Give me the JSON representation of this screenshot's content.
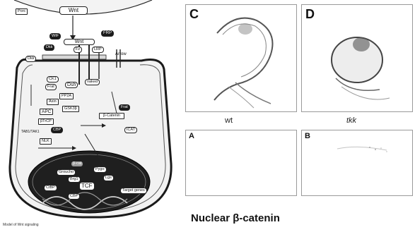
{
  "diagram": {
    "caption": "Model of Wnt signaling",
    "labels": {
      "porc": "Porc",
      "wnt_top": "Wnt",
      "wif": "WIF",
      "frp": "FRP",
      "wnt_rec": "Wnt",
      "fz": "Fz",
      "dkk": "Dkk",
      "arrow": "Arrow",
      "lrp": "LRP",
      "ck1": "CK1",
      "dsh": "Dsh",
      "frat": "Frat",
      "nkd": "naked",
      "pp2a": "PP2A",
      "axin": "Axin",
      "gsk3": "GSK3β",
      "apc": "APC",
      "btrcp": "βTrCP",
      "cbp": "CBP",
      "tab1": "TAB1/TAK1",
      "nlk": "NLK",
      "icat": "ICAT",
      "bcat": "β-Catenin",
      "groucho": "Groucho",
      "tcf": "TCF",
      "lgs": "Lgs",
      "pygo": "Pygo",
      "ctbp": "CtBP",
      "brg1": "Brg1",
      "target": "Target genes",
      "bcat_nuc": "β-cat"
    }
  },
  "panels": {
    "C": {
      "letter": "C"
    },
    "D": {
      "letter": "D"
    },
    "A": {
      "letter": "A"
    },
    "B": {
      "letter": "B"
    }
  },
  "captions": {
    "wt": "wt",
    "tkk": "tkk"
  },
  "heading": "Nuclear β-catenin"
}
